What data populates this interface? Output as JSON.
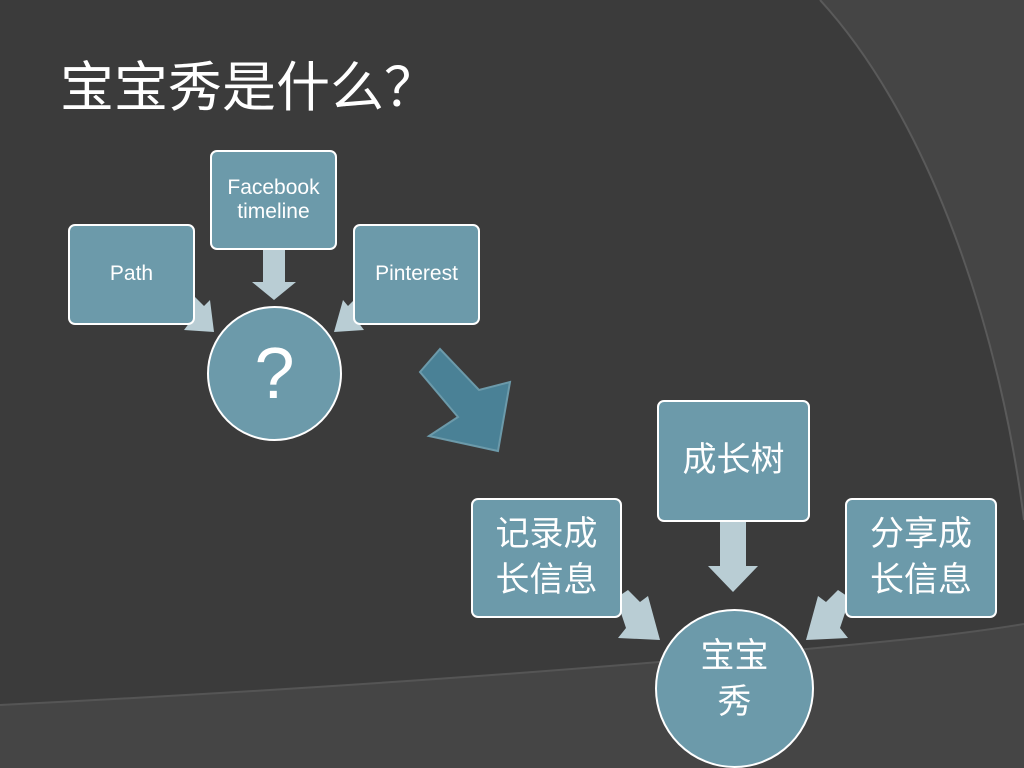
{
  "slide": {
    "title": "宝宝秀是什么？"
  },
  "diagram_left": {
    "center_label": "?",
    "inputs": [
      {
        "line1": "Path",
        "line2": ""
      },
      {
        "line1": "Facebook",
        "line2": "timeline"
      },
      {
        "line1": "Pinterest",
        "line2": ""
      }
    ]
  },
  "diagram_right": {
    "center_line1": "宝宝",
    "center_line2": "秀",
    "inputs": [
      {
        "line1": "记录成",
        "line2": "长信息"
      },
      {
        "line1": "成长树",
        "line2": ""
      },
      {
        "line1": "分享成",
        "line2": "长信息"
      }
    ]
  },
  "colors": {
    "background": "#3b3b3b",
    "node_fill": "#6c9aaa",
    "node_border": "#ffffff",
    "arrow_fill": "#b9cdd4",
    "transition_arrow": "#4a8196"
  }
}
